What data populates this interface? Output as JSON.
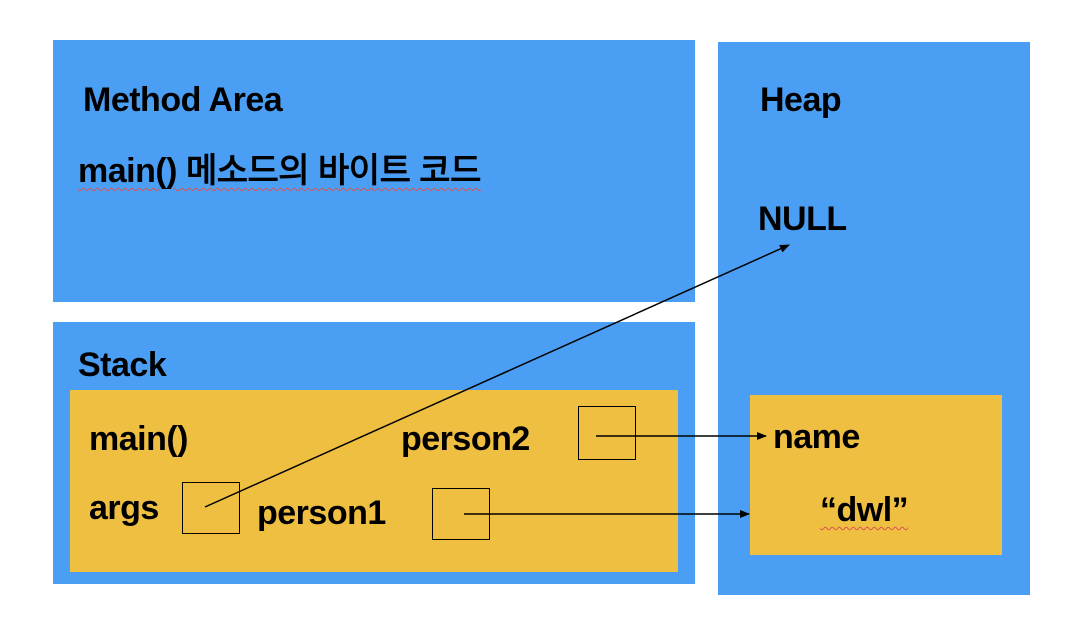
{
  "method_area": {
    "title": "Method Area",
    "code_label_prefix": "main()",
    "code_label_rest": " 메소드의 바이트 코드"
  },
  "heap": {
    "title": "Heap",
    "null_label": "NULL",
    "object": {
      "field_name": "name",
      "field_value": "“dwl”"
    }
  },
  "stack": {
    "title": "Stack",
    "frame": {
      "method": "main()",
      "vars": {
        "args": "args",
        "person1": "person1",
        "person2": "person2"
      }
    }
  },
  "colors": {
    "memory_area": "#4a9ff5",
    "frame_object": "#efbf42",
    "text": "#000000",
    "spellcheck_underline": "#d9534f"
  },
  "references": [
    {
      "from": "args",
      "to": "NULL"
    },
    {
      "from": "person1",
      "to": "dwl-object"
    },
    {
      "from": "person2",
      "to": "dwl-object"
    }
  ]
}
